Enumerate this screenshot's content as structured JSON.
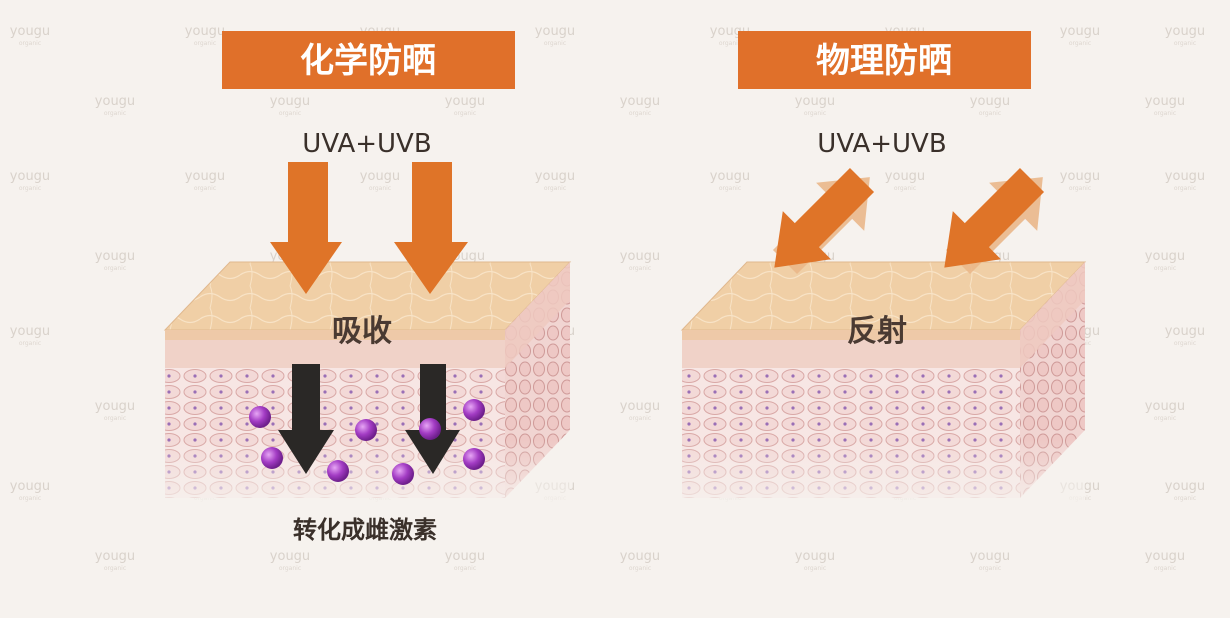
{
  "watermark": {
    "brand": "yougu",
    "sub": "organic"
  },
  "panels": [
    {
      "id": "chemical",
      "title": "化学防晒",
      "uv_label": "UVA+UVB",
      "skin_label": "吸收",
      "caption": "转化成雌激素"
    },
    {
      "id": "physical",
      "title": "物理防晒",
      "uv_label": "UVA+UVB",
      "skin_label": "反射"
    }
  ],
  "colors": {
    "banner": "#e0702a",
    "arrow": "#df7428",
    "arrow_reflect": "#eab78a",
    "dark_arrow": "#2a2826",
    "molecule": "#a33cc4",
    "skin_top": "#eec9a0",
    "skin_side": "#f1d4cc",
    "skin_cells": "#f5e4e2"
  }
}
